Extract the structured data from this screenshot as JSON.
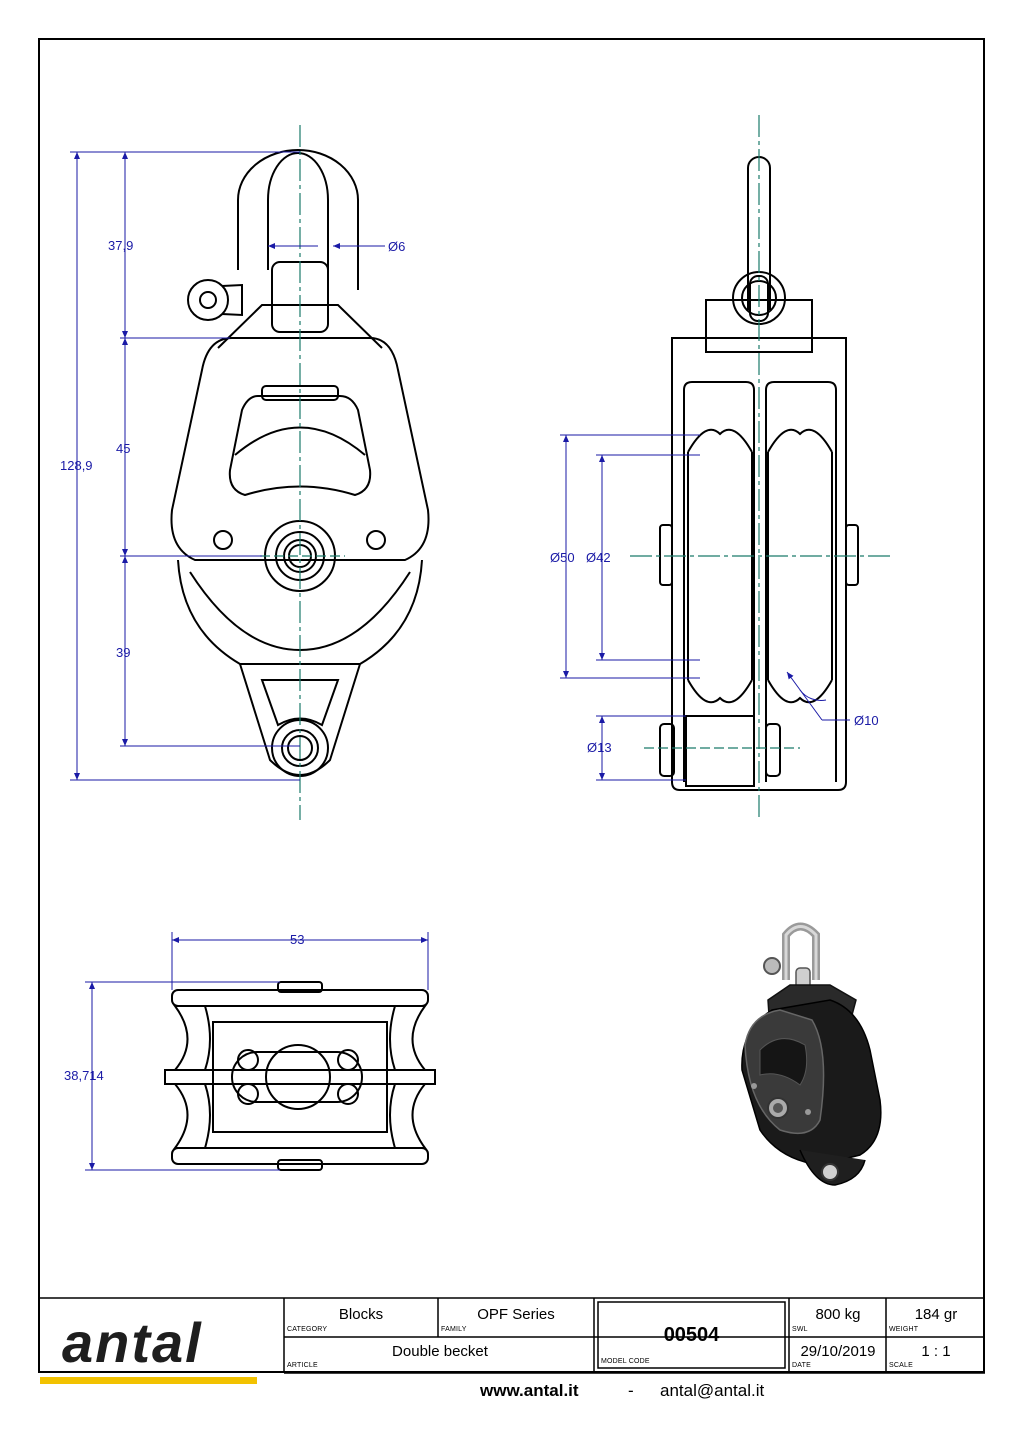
{
  "dimensions": {
    "shackle_height": "37,9",
    "body_upper": "45",
    "body_lower": "39",
    "overall_height": "128,9",
    "pin_dia": "Ø6",
    "sheave_outer": "Ø50",
    "sheave_inner": "Ø42",
    "rope_dia": "Ø10",
    "becket_dia": "Ø13",
    "width": "53",
    "depth": "38,714"
  },
  "title_block": {
    "category": "Blocks",
    "category_label": "CATEGORY",
    "family": "OPF Series",
    "family_label": "FAMILY",
    "article": "Double becket",
    "article_label": "ARTICLE",
    "model_code": "00504",
    "model_code_label": "MODEL CODE",
    "swl": "800 kg",
    "swl_label": "SWL",
    "weight": "184 gr",
    "weight_label": "WEIGHT",
    "date": "29/10/2019",
    "date_label": "DATE",
    "scale": "1 : 1",
    "scale_label": "SCALE"
  },
  "brand": {
    "logo_text": "antal",
    "website": "www.antal.it",
    "separator": "-",
    "email": "antal@antal.it",
    "accent_color": "#f2c200",
    "dimension_color": "#1a1aa6",
    "centerline_color": "#1a7a6a"
  }
}
